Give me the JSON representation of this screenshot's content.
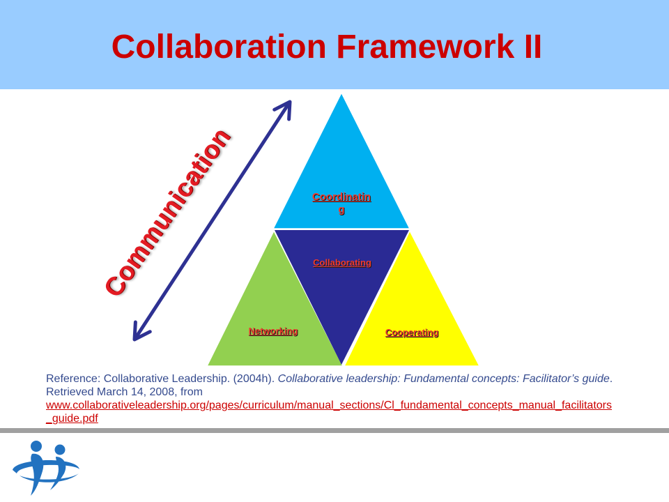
{
  "slide": {
    "title": "Collaboration Framework II",
    "colors": {
      "header_background": "#99CCFF",
      "title": "#CC0000",
      "divider": "#A0A0A0"
    }
  },
  "diagram": {
    "side_label": "Communication",
    "side_label_color": "#E31B23",
    "arrow_color": "#2E3192",
    "label_color": "#F03A2E",
    "triangles": {
      "top": {
        "label_lines": [
          "Coordinatin",
          "g"
        ],
        "color": "#00B0F0"
      },
      "center": {
        "label": "Collaborating",
        "color": "#2A2A94"
      },
      "left": {
        "label": "Networking",
        "color": "#92D050"
      },
      "right": {
        "label": "Cooperating",
        "color": "#FFFF00"
      }
    }
  },
  "reference": {
    "lead": "Reference: Collaborative Leadership. (2004h). ",
    "title_italic": "Collaborative leadership: Fundamental concepts: Facilitator’s guide",
    "title_end": ".",
    "retrieved": "Retrieved March 14, 2008, from",
    "link_lines": [
      "www.collaborativeleadership.org/pages/curriculum/manual_sections/Cl_fundamental_concepts_manual_facilitators",
      "_guide.pdf"
    ],
    "text_color": "#344A8E",
    "link_color": "#CC0000"
  },
  "logo": {
    "icon": "people-globe-logo",
    "color": "#2272C0"
  }
}
